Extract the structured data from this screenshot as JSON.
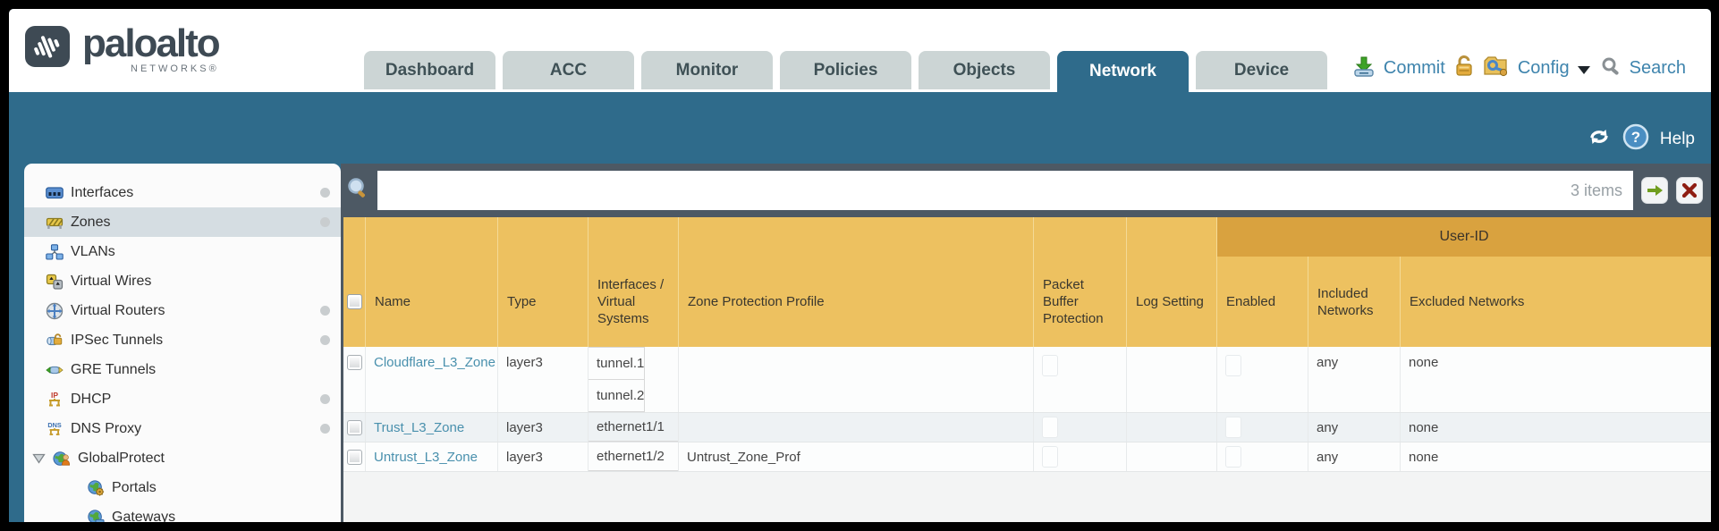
{
  "brand": {
    "name": "paloalto",
    "sub": "NETWORKS®"
  },
  "nav": {
    "tabs": [
      {
        "label": "Dashboard",
        "active": false
      },
      {
        "label": "ACC",
        "active": false
      },
      {
        "label": "Monitor",
        "active": false
      },
      {
        "label": "Policies",
        "active": false
      },
      {
        "label": "Objects",
        "active": false
      },
      {
        "label": "Network",
        "active": true
      },
      {
        "label": "Device",
        "active": false
      }
    ],
    "actions": {
      "commit": "Commit",
      "config": "Config",
      "search": "Search"
    }
  },
  "band": {
    "help": "Help"
  },
  "sidebar": {
    "items": [
      {
        "label": "Interfaces",
        "dot": true
      },
      {
        "label": "Zones",
        "dot": true,
        "selected": true
      },
      {
        "label": "VLANs",
        "dot": false
      },
      {
        "label": "Virtual Wires",
        "dot": false
      },
      {
        "label": "Virtual Routers",
        "dot": true
      },
      {
        "label": "IPSec Tunnels",
        "dot": true
      },
      {
        "label": "GRE Tunnels",
        "dot": false
      },
      {
        "label": "DHCP",
        "dot": true
      },
      {
        "label": "DNS Proxy",
        "dot": true
      },
      {
        "label": "GlobalProtect",
        "dot": false
      },
      {
        "label": "Portals",
        "dot": false
      },
      {
        "label": "Gateways",
        "dot": false
      }
    ]
  },
  "filter": {
    "value": "",
    "placeholder": "",
    "count": "3 items"
  },
  "table": {
    "user_id_group": "User-ID",
    "headers": {
      "name": "Name",
      "type": "Type",
      "interfaces": "Interfaces / Virtual Systems",
      "zpp": "Zone Protection Profile",
      "pbp": "Packet Buffer Protection",
      "log": "Log Setting",
      "enabled": "Enabled",
      "included": "Included Networks",
      "excluded": "Excluded Networks"
    },
    "rows": [
      {
        "name": "Cloudflare_L3_Zone",
        "type": "layer3",
        "if1": "tunnel.1",
        "if2": "tunnel.2",
        "zpp": "",
        "log": "",
        "included": "any",
        "excluded": "none"
      },
      {
        "name": "Trust_L3_Zone",
        "type": "layer3",
        "if1": "ethernet1/1",
        "zpp": "",
        "log": "",
        "included": "any",
        "excluded": "none"
      },
      {
        "name": "Untrust_L3_Zone",
        "type": "layer3",
        "if1": "ethernet1/2",
        "zpp": "Untrust_Zone_Prof",
        "log": "",
        "included": "any",
        "excluded": "none"
      }
    ]
  },
  "colors": {
    "teal": "#2f6b8b",
    "slate": "#4d5964",
    "header_gold": "#edc160",
    "userid_gold": "#d9a23f",
    "link": "#4990ad",
    "action_blue": "#3e84ad"
  }
}
